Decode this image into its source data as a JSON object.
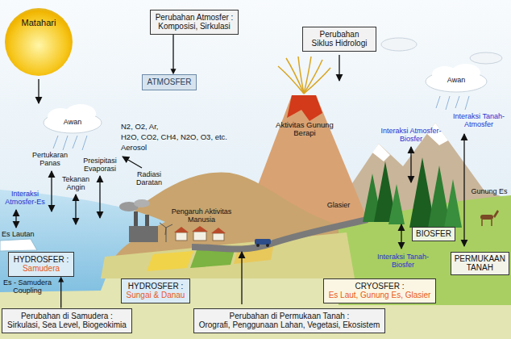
{
  "diagram": {
    "nodes": [
      {
        "text": [
          "Matahari"
        ]
      },
      {
        "text": [
          "Perubahan Atmosfer :",
          "Komposisi, Sirkulasi"
        ]
      },
      {
        "text": [
          "Perubahan Siklus Hidrologi"
        ]
      },
      {
        "text": [
          "ATMOSFER"
        ]
      },
      {
        "text": [
          "BIOSFER"
        ]
      },
      {
        "text": [
          "PERMUKAAN TANAH"
        ]
      },
      {
        "text": [
          "HYDROSFER :",
          "Samudera"
        ]
      },
      {
        "text": [
          "HYDROSFER :",
          "Sungai & Danau"
        ]
      },
      {
        "text": [
          "CRYOSFER :",
          "Es Laut, Gunung Es, Glasier"
        ]
      },
      {
        "text": [
          "Perubahan di Samudera :",
          "Sirkulasi, Sea Level, Biogeokimia"
        ]
      },
      {
        "text": [
          "Perubahan di Permukaan Tanah :",
          "Orografi, Penggunaan Lahan, Vegetasi, Ekosistem"
        ]
      }
    ],
    "edges": [
      {
        "from": 1,
        "to": 3,
        "arrow": "to"
      },
      {
        "from": 9,
        "to": 6,
        "arrow": "to"
      }
    ],
    "labels": [
      "Awan",
      "Awan",
      "N2, O2, Ar,",
      "H2O, CO2, CH4, N2O, O3, etc.",
      "Aerosol",
      "Aktivitas Gunung Berapi",
      "Interaksi Atmosfer-Biosfer",
      "Interaksi Tanah-Atmosfer",
      "Pertukaran Panas",
      "Presipitasi Evaporasi",
      "Radiasi Daratan",
      "Tekanan Angin",
      "Interaksi Atmosfer-Es",
      "Gunung Es",
      "Glasier",
      "Pengaruh Aktivitas Manusia",
      "Es Lautan",
      "Interaksi Tanah-Biosfer",
      "Es - Samudera Coupling"
    ]
  }
}
